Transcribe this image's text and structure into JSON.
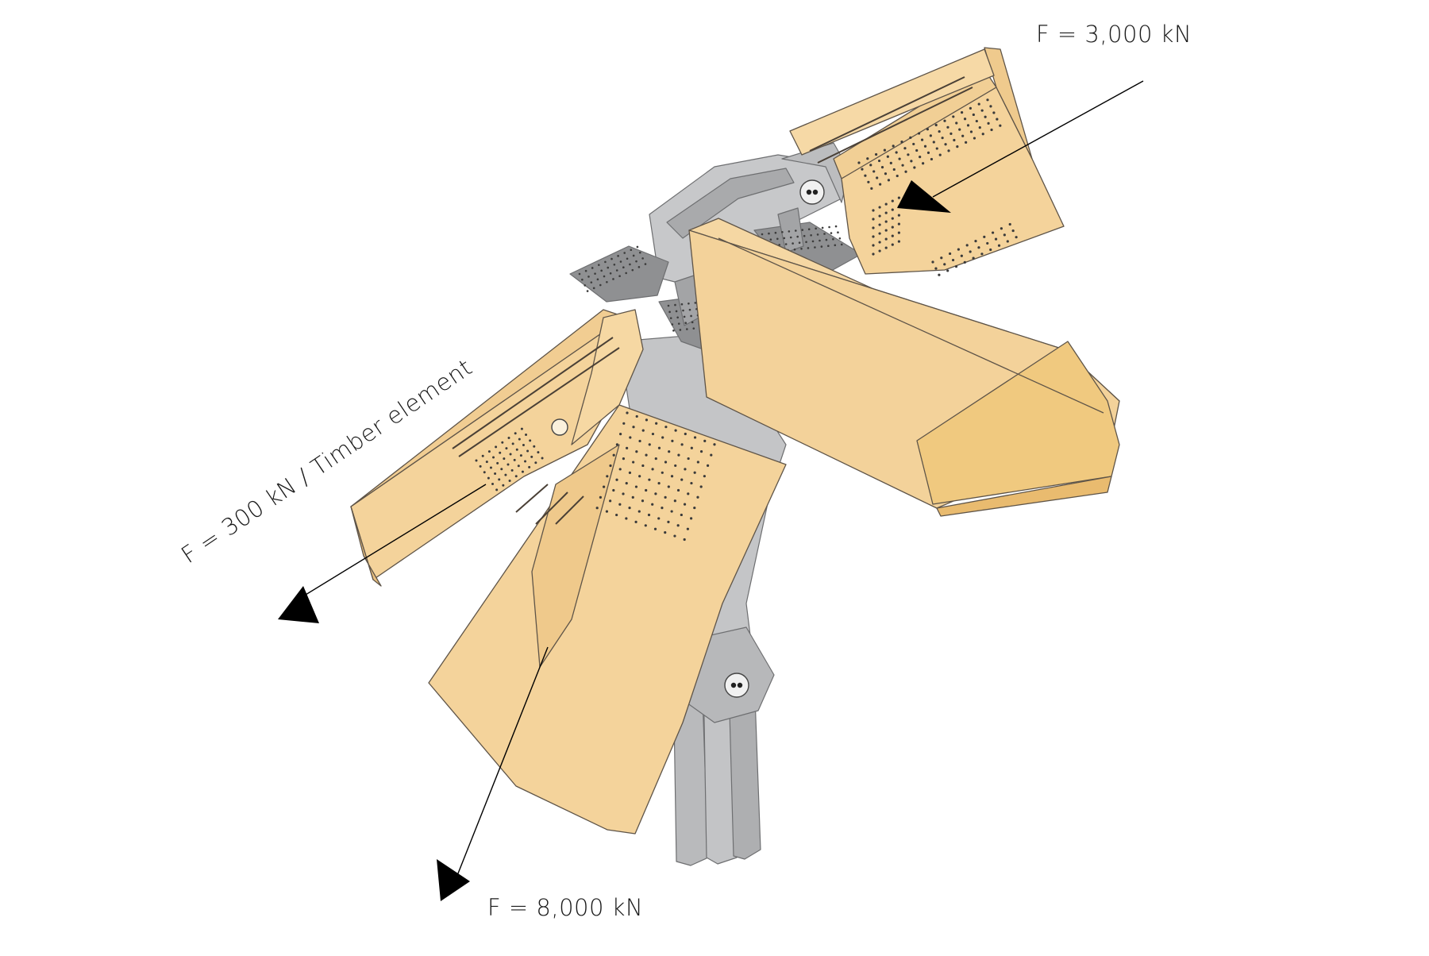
{
  "labels": {
    "force_top": "F = 3,000 kN",
    "force_bottom": "F = 8,000 kN",
    "force_left": "F = 300 kN / Timber element"
  },
  "colors": {
    "timber_light": "#f4d39a",
    "timber_mid": "#efc98a",
    "timber_dark": "#e8b978",
    "steel_light": "#c8c9ca",
    "steel_mid": "#b4b5b7",
    "steel_dark": "#9a9b9d",
    "edge": "#5e5448",
    "arrow": "#000000",
    "hole": "#3a3a3a"
  }
}
